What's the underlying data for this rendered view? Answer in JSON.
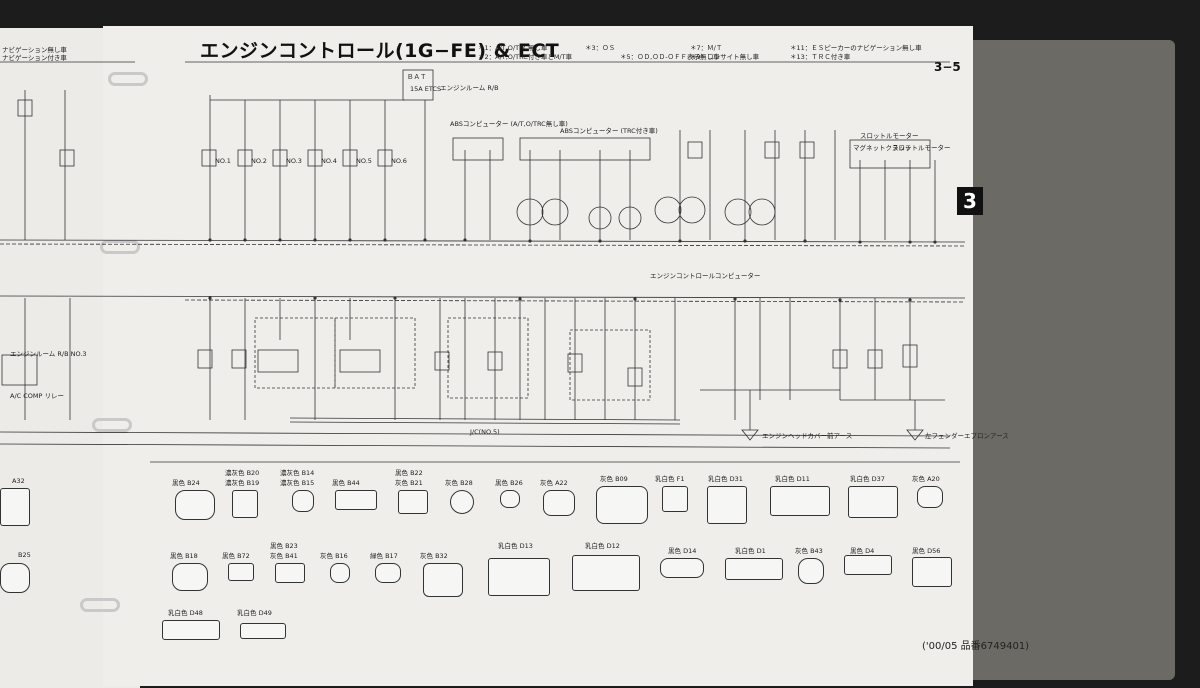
{
  "title": "エンジンコントロール(1G−FE) & ECT",
  "page_number": "3−5",
  "section_tab": "3",
  "footer_code": "('00/05  品番6749401)",
  "notes": [
    "＊1：A/T,O/TRC無し車",
    "＊2：A/T,O/TRC付き車とM/T車",
    "＊3：ＯＳ",
    "＊5：ＯＤ,ＯＤ-ＯＦＦ表示無し車",
    "＊7：Ｍ/Ｔ",
    "＊9：コンサイト無し車",
    "＊11：ＥＳピーカーのナビゲーション無し車",
    "＊13：ＴＲＣ付き車"
  ],
  "left_notes": [
    "ナビゲーション無し車",
    "ナビゲーション付き車"
  ],
  "top_components": [
    "ＢＡＴ",
    "15A ETCS",
    "エンジンルーム R/B",
    "ABSコンピューター (A/T,O/TRC無し車)",
    "ABSコンピューター (TRC付き車)",
    "スロットルモーター",
    "マグネットクラッチ",
    "スロットルモーター"
  ],
  "ignition_coils": [
    "NO.1",
    "NO.2",
    "NO.3",
    "NO.4",
    "NO.5",
    "NO.6"
  ],
  "ecu_label": "エンジンコントロールコンピューター",
  "grounds": [
    "エンジンヘッドカバー前アース",
    "左フェンダーエプロンアース"
  ],
  "junction": "J/C(NO.5)",
  "relay": "A/C COMP リレー",
  "left_relay_box": "エンジンルーム R/B NO.3",
  "connectors_row1": [
    {
      "color": "黒色",
      "code": "B24"
    },
    {
      "color": "濃灰色",
      "code": "B20"
    },
    {
      "color": "濃灰色",
      "code": "B19"
    },
    {
      "color": "濃灰色",
      "code": "B14"
    },
    {
      "color": "濃灰色",
      "code": "B15"
    },
    {
      "color": "黒色",
      "code": "B44"
    },
    {
      "color": "黒色",
      "code": "B22"
    },
    {
      "color": "灰色",
      "code": "B21"
    },
    {
      "color": "灰色",
      "code": "B28"
    },
    {
      "color": "黒色",
      "code": "B26"
    },
    {
      "color": "灰色",
      "code": "A22"
    },
    {
      "color": "灰色",
      "code": "B09"
    },
    {
      "color": "乳白色",
      "code": "F1"
    },
    {
      "color": "乳白色",
      "code": "D31"
    },
    {
      "color": "乳白色",
      "code": "D11"
    },
    {
      "color": "乳白色",
      "code": "D37"
    },
    {
      "color": "灰色",
      "code": "A20"
    }
  ],
  "connectors_row2": [
    {
      "color": "黒色",
      "code": "B18"
    },
    {
      "color": "黒色",
      "code": "B72"
    },
    {
      "color": "黒色",
      "code": "B23"
    },
    {
      "color": "灰色",
      "code": "B41"
    },
    {
      "color": "灰色",
      "code": "B16"
    },
    {
      "color": "緑色",
      "code": "B17"
    },
    {
      "color": "灰色",
      "code": "B32"
    },
    {
      "color": "乳白色",
      "code": "D13"
    },
    {
      "color": "乳白色",
      "code": "D12"
    },
    {
      "color": "黒色",
      "code": "D14"
    },
    {
      "color": "乳白色",
      "code": "D1"
    },
    {
      "color": "灰色",
      "code": "B43"
    },
    {
      "color": "黒色",
      "code": "D4"
    },
    {
      "color": "黒色",
      "code": "D56"
    }
  ],
  "connectors_row3": [
    {
      "color": "乳白色",
      "code": "D48"
    },
    {
      "color": "乳白色",
      "code": "D49"
    }
  ],
  "left_connectors": [
    {
      "code": "A32"
    },
    {
      "code": "B25"
    }
  ]
}
